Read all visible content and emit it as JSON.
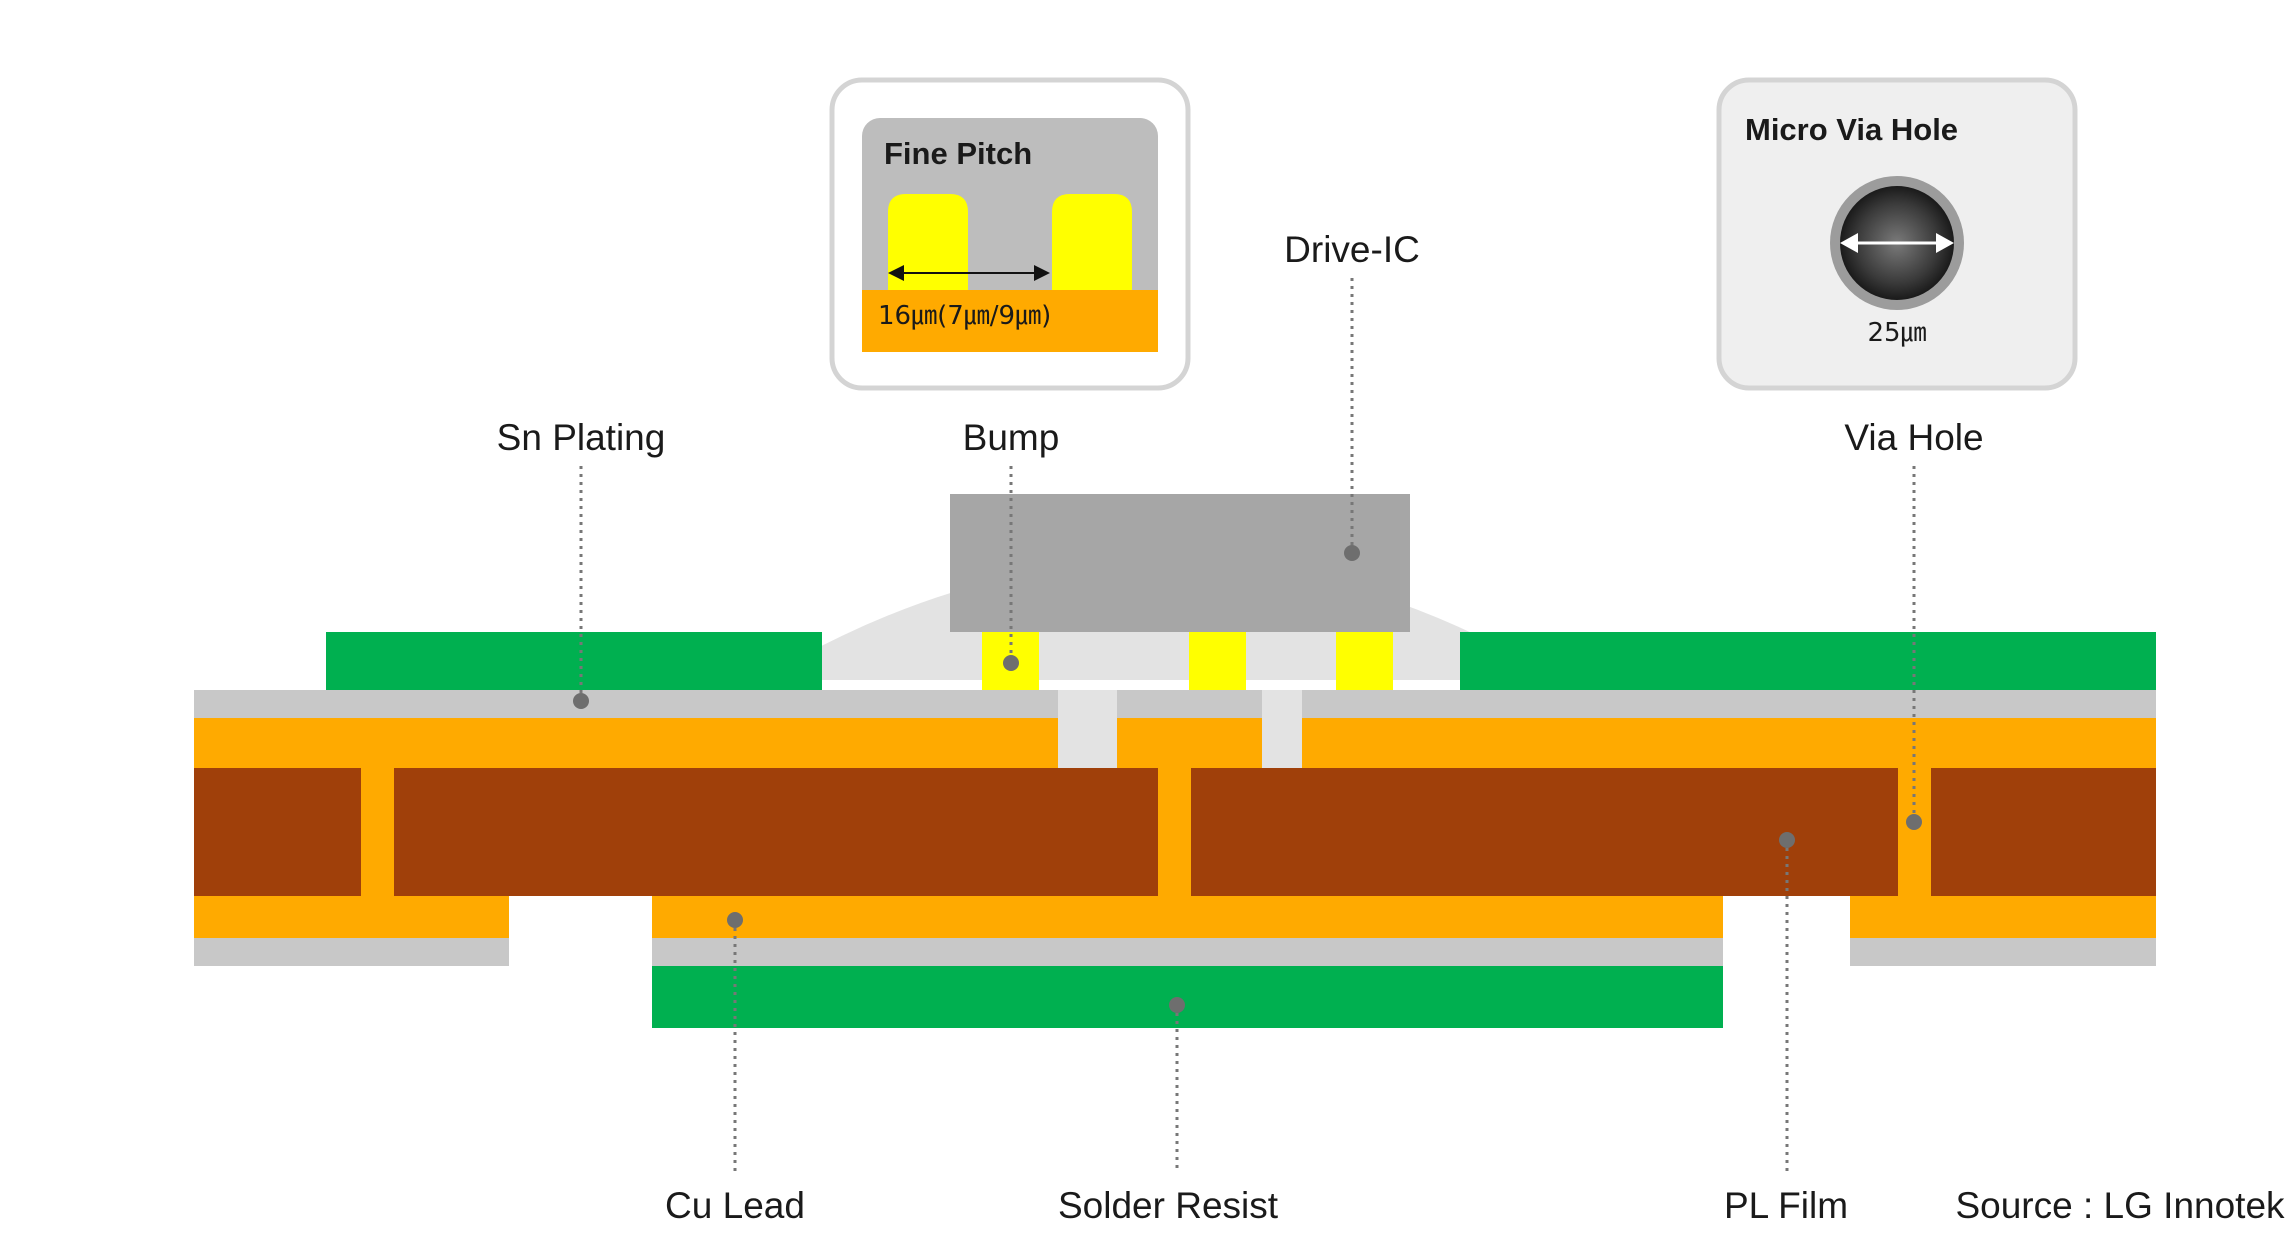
{
  "labels": {
    "sn_plating": "Sn Plating",
    "bump": "Bump",
    "drive_ic": "Drive-IC",
    "via_hole": "Via Hole",
    "cu_lead": "Cu Lead",
    "solder_resist": "Solder Resist",
    "pl_film": "PL Film"
  },
  "fine_pitch": {
    "title": "Fine Pitch",
    "dimension": "16㎛(7㎛/9㎛)"
  },
  "micro_via": {
    "title": "Micro Via Hole",
    "dimension": "25㎛"
  },
  "source": "Source : LG Innotek",
  "colors": {
    "solder_resist": "#00b050",
    "sn_plating": "#c8c8c8",
    "cu_lead": "#ffaa00",
    "pl_film": "#a0400a",
    "bump": "#ffff00",
    "drive_ic": "#a6a6a6",
    "underfill": "#e3e3e3",
    "leader": "#777777"
  }
}
